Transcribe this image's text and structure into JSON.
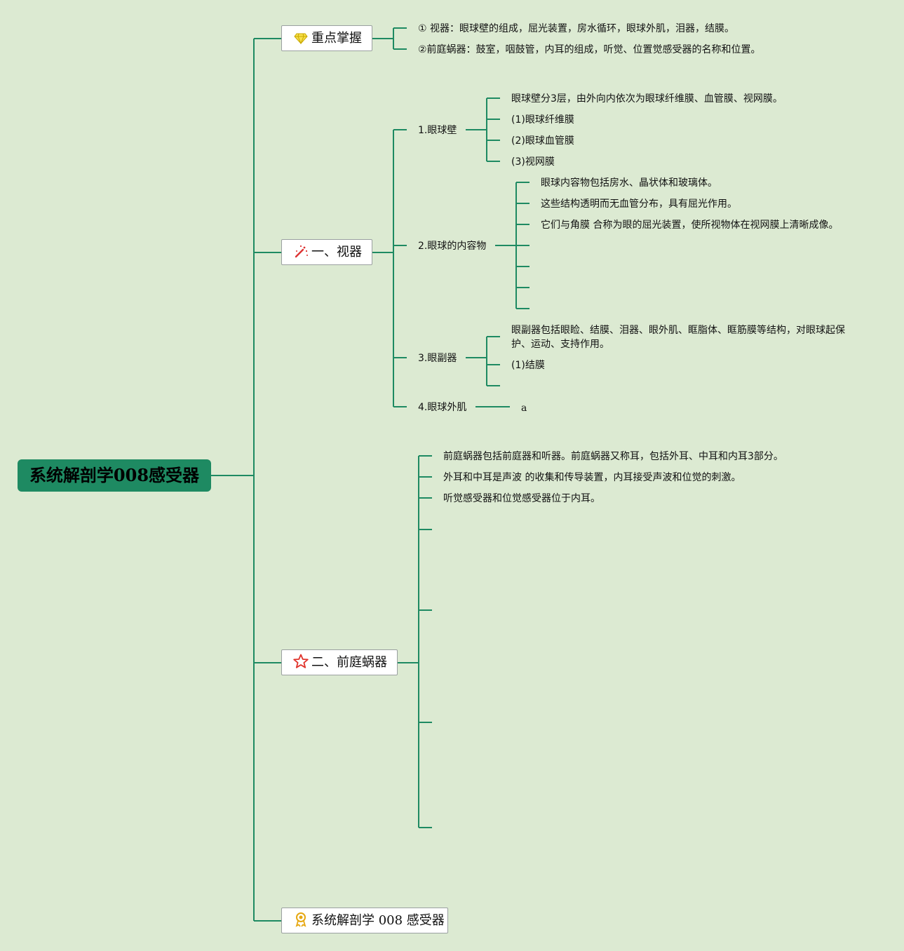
{
  "root": {
    "label": "系统解剖学008感受器"
  },
  "branches": {
    "key_points": {
      "label": "重点掌握",
      "icon": "diamond-icon",
      "items": [
        "① 视器：眼球壁的组成，屈光装置，房水循环，眼球外肌，泪器，结膜。",
        "②前庭蜗器：鼓室，咽鼓管，内耳的组成，听觉、位置觉感受器的名称和位置。"
      ]
    },
    "visual_organ": {
      "label": "一、视器",
      "icon": "magic-wand-icon",
      "subtopics": [
        {
          "label": "1.眼球壁",
          "items": [
            "眼球壁分3层，由外向内依次为眼球纤维膜、血管膜、视网膜。",
            "(1)眼球纤维膜",
            "(2)眼球血管膜",
            "(3)视网膜"
          ]
        },
        {
          "label": "2.眼球的内容物",
          "items": [
            "眼球内容物包括房水、晶状体和玻璃体。",
            "这些结构透明而无血管分布，具有屈光作用。",
            "它们与角膜 合称为眼的屈光装置，使所视物体在视网膜上清晰成像。",
            "",
            "",
            "",
            ""
          ]
        },
        {
          "label": "3.眼副器",
          "items": [
            "眼副器包括眼睑、结膜、泪器、眼外肌、眶脂体、眶筋膜等结构，对眼球起保护、运动、支持作用。",
            "(1)结膜",
            ""
          ]
        },
        {
          "label": "4.眼球外肌",
          "items": [
            "a"
          ]
        }
      ]
    },
    "vestibulocochlear": {
      "label": "二、前庭蜗器",
      "icon": "star-icon",
      "items": [
        "前庭蜗器包括前庭器和听器。前庭蜗器又称耳，包括外耳、中耳和内耳3部分。",
        "外耳和中耳是声波 的收集和传导装置，内耳接受声波和位觉的刺激。",
        "听觉感受器和位觉感受器位于内耳。",
        "",
        "",
        "",
        ""
      ]
    },
    "footer": {
      "label": "系统解剖学 008 感受器",
      "icon": "award-ribbon-icon"
    }
  },
  "colors": {
    "background": "#dcead2",
    "line": "#1e8a62",
    "root_fill": "#1e8a62"
  }
}
